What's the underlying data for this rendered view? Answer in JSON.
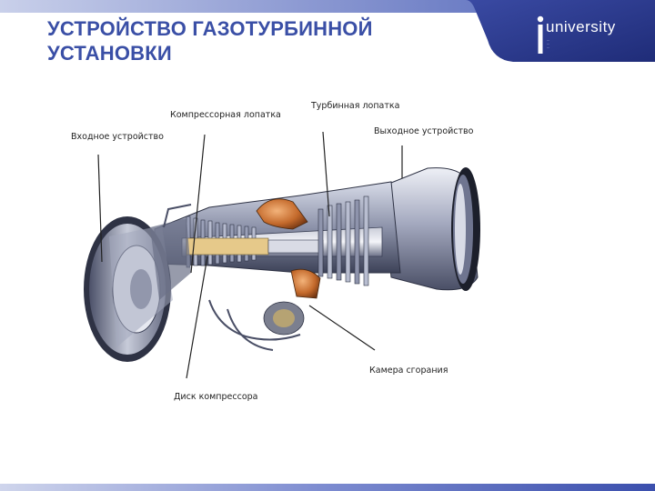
{
  "slide": {
    "title_line1": "УСТРОЙСТВО ГАЗОТУРБИННОЙ",
    "title_line2": "УСТАНОВКИ"
  },
  "logo": {
    "text": "university",
    "subtitle_lines": [
      "...",
      "...",
      "..."
    ]
  },
  "diagram": {
    "labels": {
      "inlet": "Входное устройство",
      "compressor_blade": "Компрессорная лопатка",
      "turbine_blade": "Турбинная лопатка",
      "outlet": "Выходное устройство",
      "combustion_chamber": "Камера сгорания",
      "compressor_disc": "Диск компрессора"
    }
  },
  "colors": {
    "title": "#3a4fa6",
    "logo_bg": "#2b3a8f",
    "bar_dark": "#3b4fad"
  }
}
